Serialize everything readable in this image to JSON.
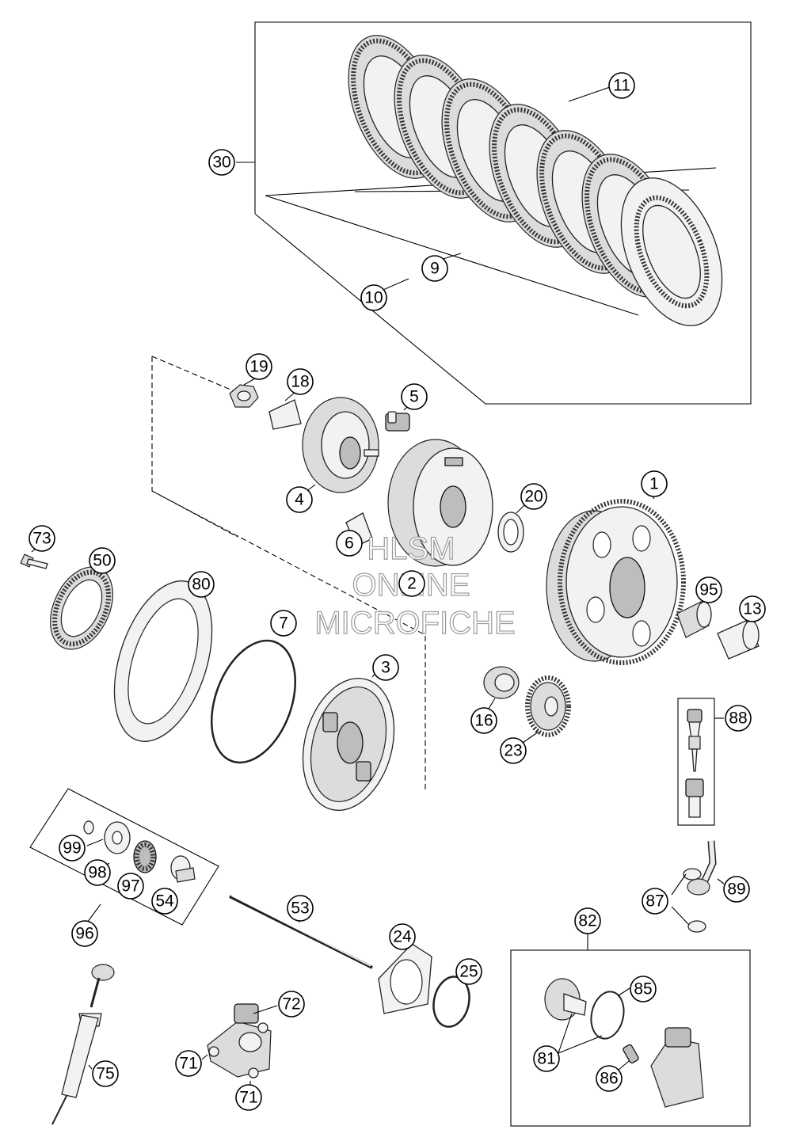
{
  "callouts": [
    "1",
    "2",
    "3",
    "4",
    "5",
    "6",
    "7",
    "9",
    "10",
    "11",
    "13",
    "16",
    "18",
    "19",
    "20",
    "23",
    "24",
    "25",
    "30",
    "50",
    "53",
    "54",
    "71",
    "71",
    "72",
    "73",
    "75",
    "80",
    "81",
    "82",
    "85",
    "86",
    "87",
    "88",
    "89",
    "95",
    "96",
    "97",
    "98",
    "99"
  ],
  "watermark": {
    "line1": "HLSM",
    "line2": "ONLINE",
    "line3": "MICROFICHE"
  }
}
